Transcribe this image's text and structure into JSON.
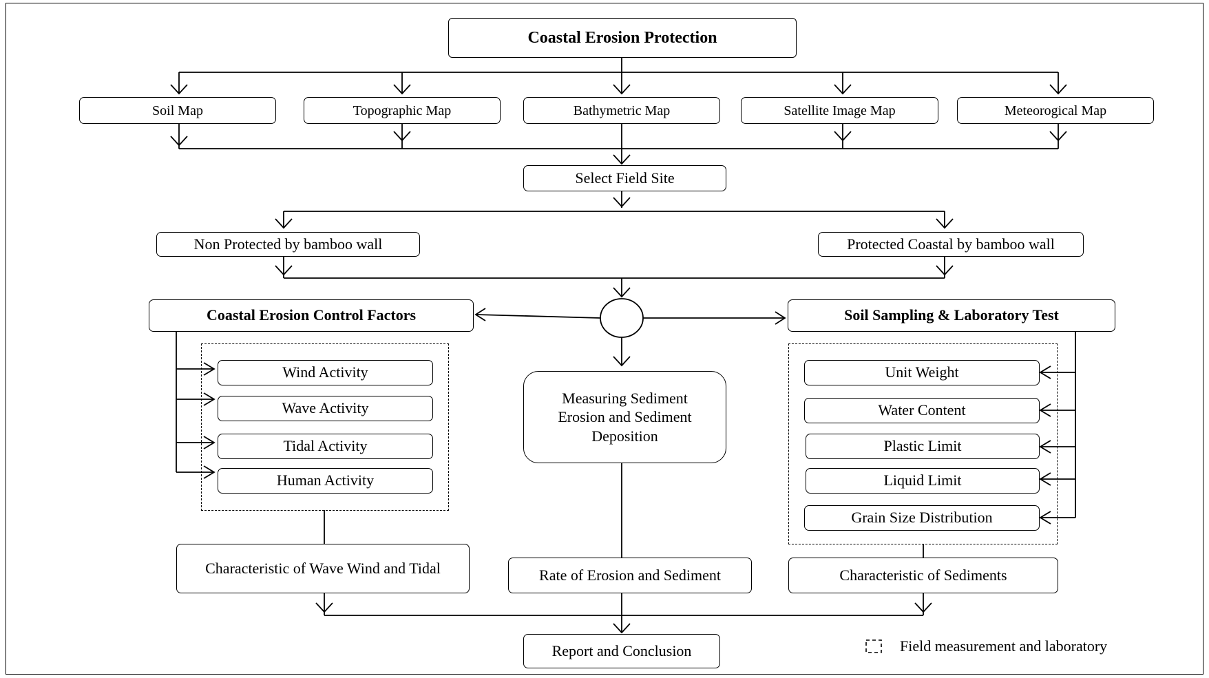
{
  "title": "Coastal Erosion Protection",
  "maps": [
    "Soil Map",
    "Topographic Map",
    "Bathymetric Map",
    "Satellite Image Map",
    "Meteorogical Map"
  ],
  "select_site": "Select Field Site",
  "non_protected": "Non Protected by bamboo wall",
  "protected": "Protected Coastal by bamboo wall",
  "left_branch": {
    "heading": "Coastal Erosion Control Factors",
    "factors": [
      "Wind Activity",
      "Wave Activity",
      "Tidal Activity",
      "Human Activity"
    ],
    "result": "Characteristic of Wave Wind and Tidal"
  },
  "center_branch": {
    "measure": "Measuring Sediment Erosion and Sediment Deposition",
    "result": "Rate of Erosion and Sediment"
  },
  "right_branch": {
    "heading": "Soil Sampling & Laboratory Test",
    "tests": [
      "Unit Weight",
      "Water Content",
      "Plastic Limit",
      "Liquid Limit",
      "Grain Size Distribution"
    ],
    "result": "Characteristic of Sediments"
  },
  "report": "Report and Conclusion",
  "legend": "Field measurement and laboratory"
}
